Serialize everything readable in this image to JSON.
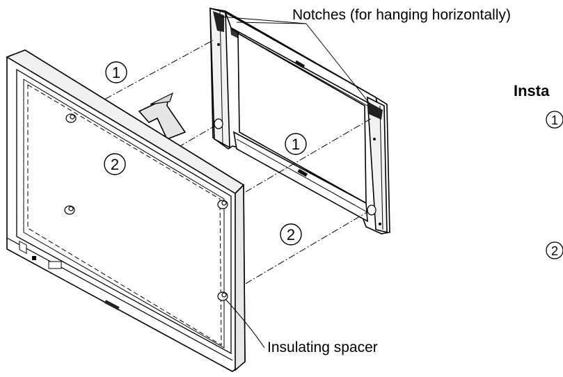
{
  "labels": {
    "notches": "Notches (for hanging horizontally)",
    "section_heading": "Insta",
    "insulating_spacer": "Insulating spacer"
  },
  "step_markers": {
    "one": "1",
    "two": "2"
  }
}
